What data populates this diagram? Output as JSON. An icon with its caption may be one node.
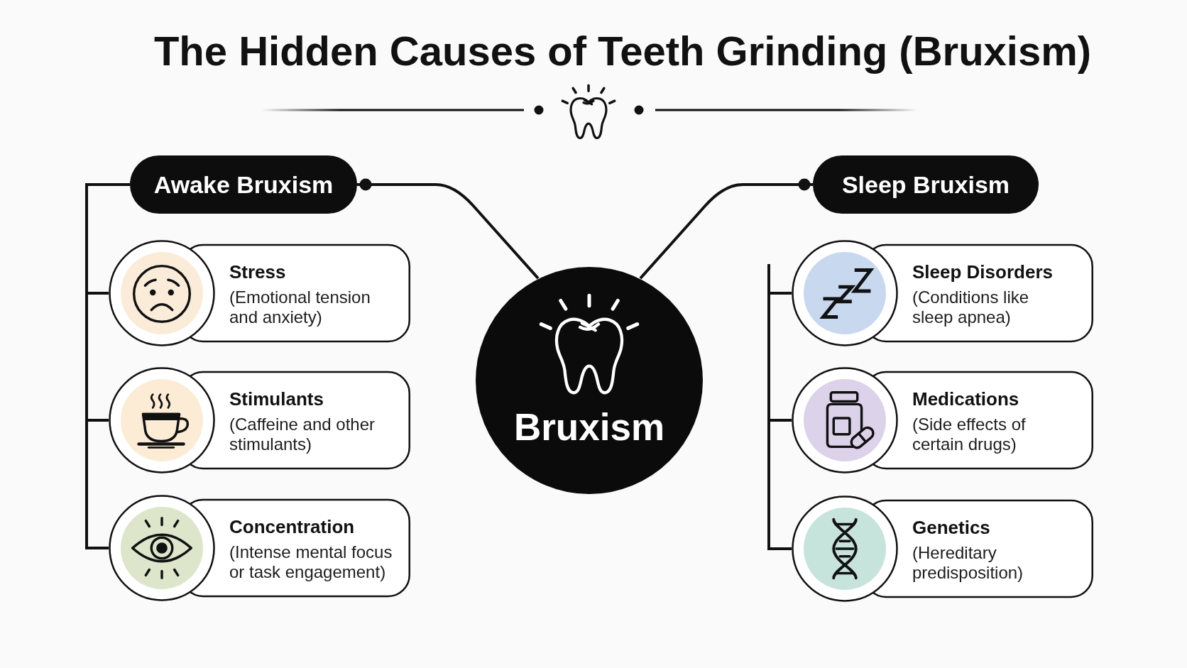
{
  "diagram": {
    "title": "The Hidden Causes of Teeth Grinding (Bruxism)",
    "nodes": [
      {
        "text": [
          "Awake Bruxism"
        ]
      },
      {
        "text": [
          "Stress",
          "(Emotional tension and anxiety)"
        ]
      },
      {
        "text": [
          "Stimulants",
          "(Caffeine and other stimulants)"
        ]
      },
      {
        "text": [
          "Concentration",
          "(Intense mental focus or task engagement)"
        ]
      },
      {
        "text": [
          "Bruxism"
        ]
      },
      {
        "text": [
          "Sleep Bruxism"
        ]
      },
      {
        "text": [
          "Sleep Disorders",
          "(Conditions like sleep apnea)"
        ]
      },
      {
        "text": [
          "Medications",
          "(Side effects of certain drugs)"
        ]
      },
      {
        "text": [
          "Genetics",
          "(Hereditary predisposition)"
        ]
      }
    ],
    "edges": [
      {
        "from": 4,
        "to": 0,
        "arrow": "other"
      },
      {
        "from": 4,
        "to": 5,
        "arrow": "other"
      },
      {
        "from": 0,
        "to": 1,
        "arrow": "none"
      },
      {
        "from": 0,
        "to": 2,
        "arrow": "none"
      },
      {
        "from": 0,
        "to": 3,
        "arrow": "none"
      },
      {
        "from": null,
        "to": 6,
        "arrow": "none"
      },
      {
        "from": null,
        "to": 7,
        "arrow": "none"
      },
      {
        "from": null,
        "to": 8,
        "arrow": "none"
      }
    ]
  }
}
